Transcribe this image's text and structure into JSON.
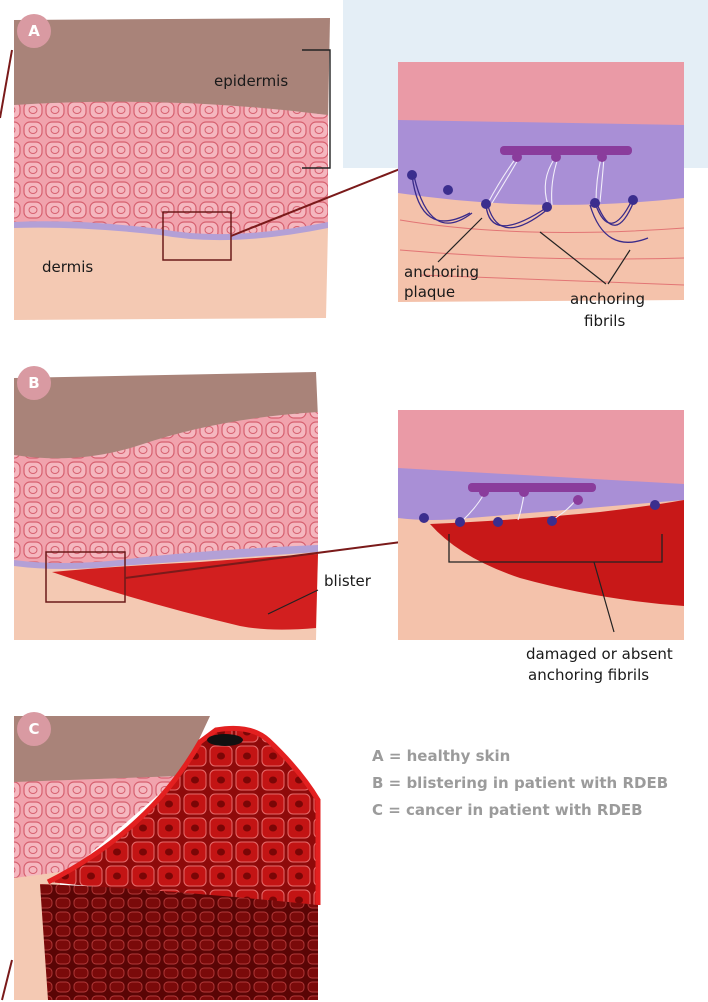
{
  "panels": {
    "a": {
      "badge": "A",
      "epidermis": "epidermis",
      "dermis": "dermis",
      "plaque_line1": "anchoring",
      "plaque_line2": "plaque",
      "fibrils_line1": "anchoring",
      "fibrils_line2": "fibrils"
    },
    "b": {
      "badge": "B",
      "blister": "blister",
      "damaged_line1": "damaged or absent",
      "damaged_line2": "anchoring fibrils"
    },
    "c": {
      "badge": "C"
    }
  },
  "legend": [
    "A = healthy skin",
    "B = blistering in patient with RDEB",
    "C = cancer in patient with RDEB"
  ],
  "colors": {
    "epidermis_top": "#a98379",
    "keratinocytes": "#ef9ea9",
    "basement_membrane": "#b3a0d6",
    "dermis": "#f4c9b3",
    "blister": "#d21f1f",
    "tumor": "#b50f0f",
    "callout_bg": "#e4eef6",
    "callout_line": "#7a1a1a",
    "badge": "#d99aa2",
    "legend_text": "#9b9b9b"
  }
}
